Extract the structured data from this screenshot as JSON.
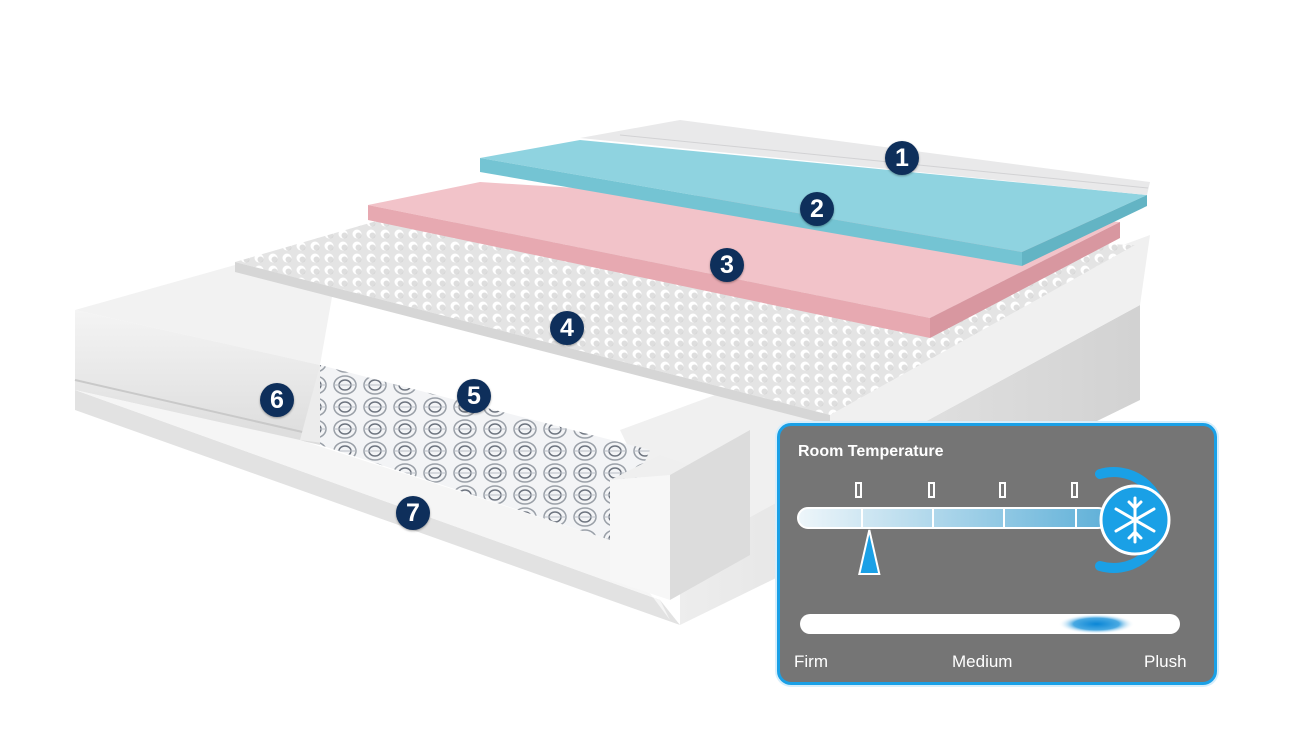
{
  "layers": [
    {
      "id": 1,
      "label": "1"
    },
    {
      "id": 2,
      "label": "2"
    },
    {
      "id": 3,
      "label": "3"
    },
    {
      "id": 4,
      "label": "4"
    },
    {
      "id": 5,
      "label": "5"
    },
    {
      "id": 6,
      "label": "6"
    },
    {
      "id": 7,
      "label": "7"
    }
  ],
  "panel": {
    "title": "Room Temperature",
    "firmness_labels": {
      "left": "Firm",
      "middle": "Medium",
      "right": "Plush"
    },
    "temperature_level": 0.23,
    "firmness_level": 0.78
  },
  "colors": {
    "accent": "#1aa0e6",
    "marker": "#0e2f5b",
    "layer1": "#e9e9ea",
    "layer2": "#8fd3e0",
    "layer3": "#f2c3c9",
    "panel_bg": "#757575"
  },
  "icons": {
    "cool": "snowflake-icon",
    "pointer": "triangle-pointer-icon"
  }
}
